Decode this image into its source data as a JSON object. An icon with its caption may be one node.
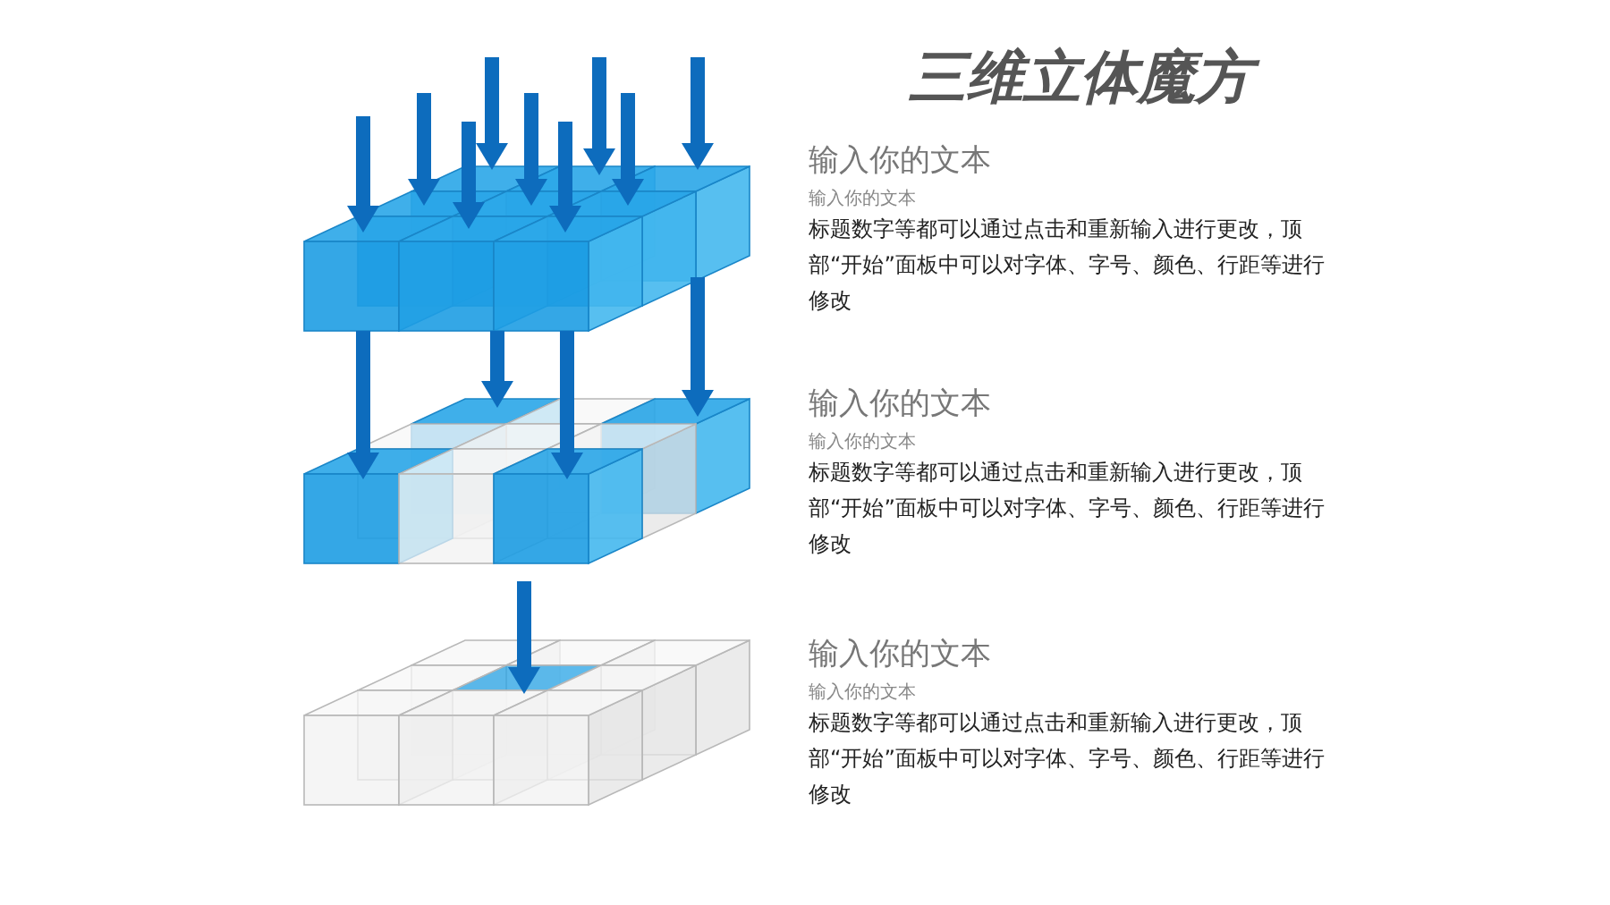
{
  "diagram": {
    "title": "三维立体魔方",
    "labels": [
      "输入你的文本",
      "输入你的文本",
      "标题数字等都可以通过点击和重新输入进行更改，顶部“开始”面板中可以对字体、字号、颜色、行距等进行修改",
      "输入你的文本",
      "输入你的文本",
      "标题数字等都可以通过点击和重新输入进行更改，顶部“开始”面板中可以对字体、字号、颜色、行距等进行修改",
      "输入你的文本",
      "输入你的文本",
      "标题数字等都可以通过点击和重新输入进行更改，顶部“开始”面板中可以对字体、字号、颜色、行距等进行修改"
    ]
  }
}
